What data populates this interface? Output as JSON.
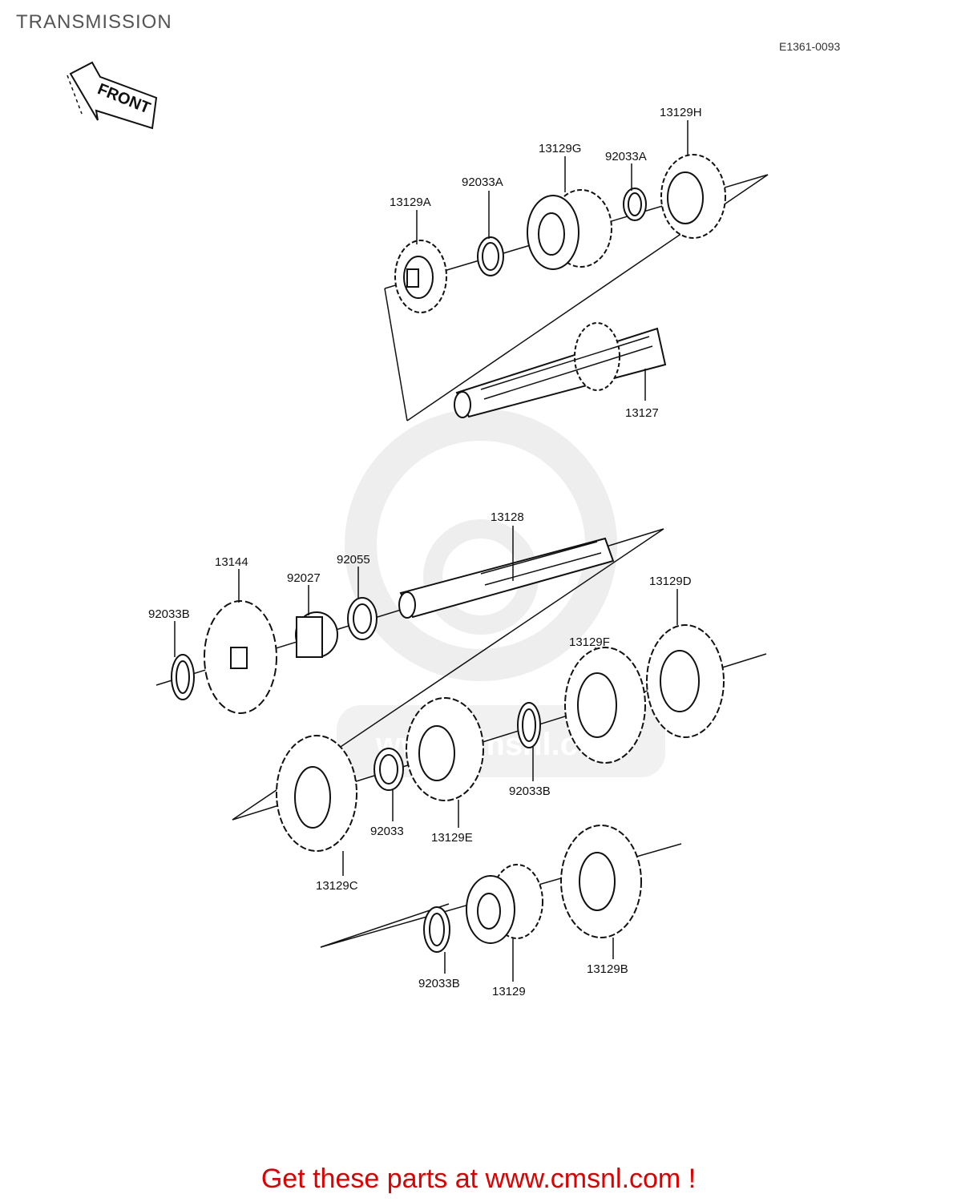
{
  "page": {
    "title": "TRANSMISSION",
    "diagram_code": "E1361-0093",
    "front_label": "FRONT",
    "promo_text": "Get these parts at www.cmsnl.com !",
    "watermark_text": "www.cmsnl.com"
  },
  "colors": {
    "promo": "#e00000",
    "title": "#555555",
    "line_art": "#111111",
    "watermark": "#d8d8d8"
  },
  "callouts": {
    "c13129H": "13129H",
    "c13129G": "13129G",
    "c92033A_1": "92033A",
    "c92033A_2": "92033A",
    "c13129A": "13129A",
    "c13127": "13127",
    "c13128": "13128",
    "c13144": "13144",
    "c92027": "92027",
    "c92055": "92055",
    "c13129D": "13129D",
    "c92033B_1": "92033B",
    "c13129F": "13129F",
    "c92033B_2": "92033B",
    "c92033": "92033",
    "c13129E": "13129E",
    "c13129C": "13129C",
    "c13129B": "13129B",
    "c92033B_3": "92033B",
    "c13129": "13129"
  }
}
